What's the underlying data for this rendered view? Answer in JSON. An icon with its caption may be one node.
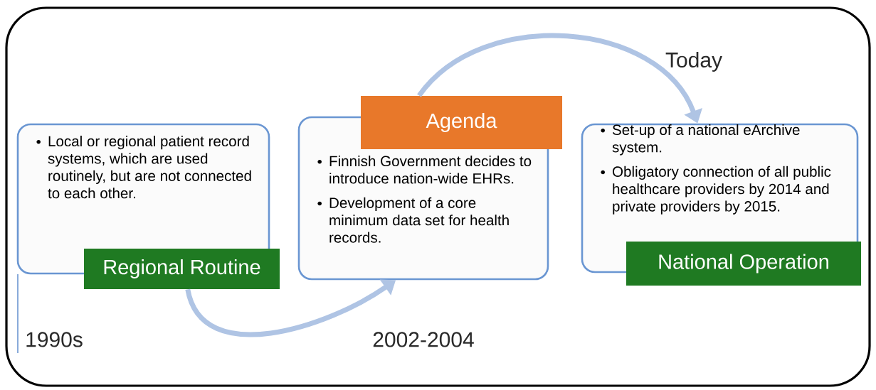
{
  "diagram": {
    "nodes": [
      {
        "text": [
          "Local or regional patient record systems, which are used routinely, but are not connected to each other."
        ]
      },
      {
        "text": [
          "Regional Routine"
        ]
      },
      {
        "text": [
          "Agenda"
        ]
      },
      {
        "text": [
          "Finnish Government decides to introduce nation-wide EHRs.",
          "Development of a core minimum data set for health records."
        ]
      },
      {
        "text": [
          "Set-up of a national eArchive system.",
          "Obligatory connection of all public healthcare providers by 2014 and private providers by 2015."
        ]
      },
      {
        "text": [
          "National Operation"
        ]
      }
    ],
    "edges": [
      {
        "from": 1,
        "to": 3,
        "arrow": "to"
      },
      {
        "from": 2,
        "to": 4,
        "arrow": "to"
      }
    ],
    "labels": [
      "Today",
      "1990s",
      "2002-2004"
    ]
  }
}
